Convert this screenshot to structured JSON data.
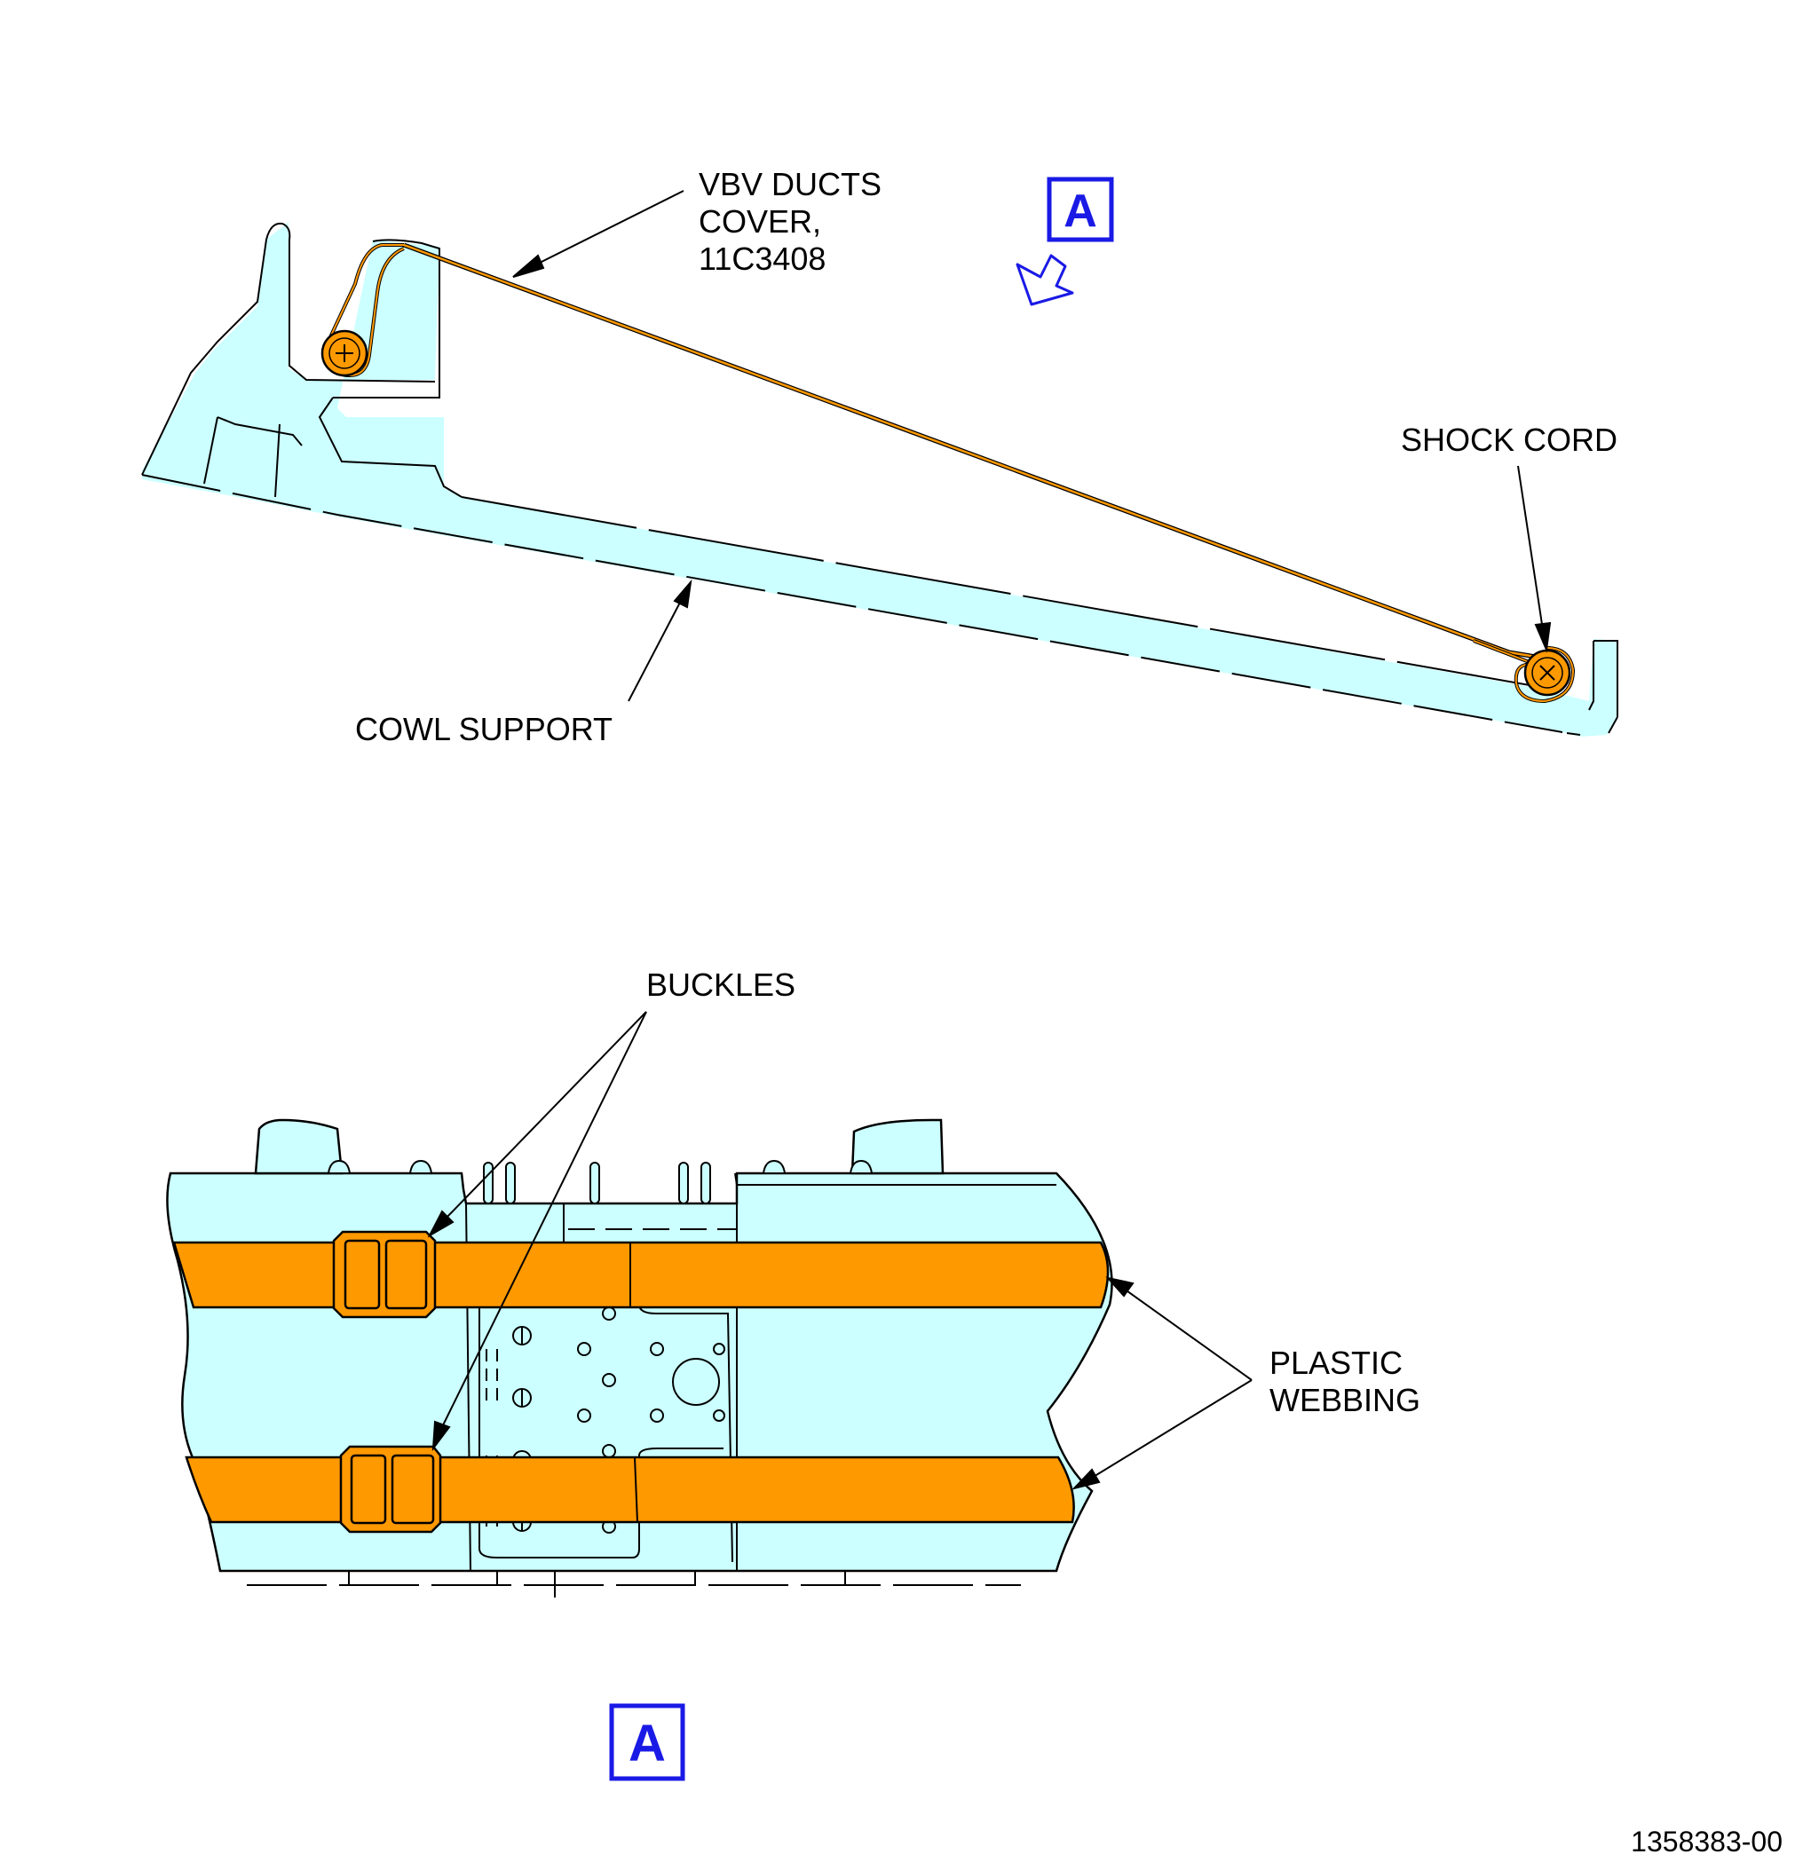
{
  "colors": {
    "part_fill": "#ccffff",
    "webbing_fill": "#ff9900",
    "view_marker": "#1a1ae6",
    "outline": "#000000"
  },
  "labels": {
    "vbv_ducts_cover": [
      "VBV DUCTS",
      "COVER,",
      "11C3408"
    ],
    "shock_cord": "SHOCK CORD",
    "cowl_support": "COWL SUPPORT",
    "buckles": "BUCKLES",
    "plastic_webbing": [
      "PLASTIC",
      "WEBBING"
    ]
  },
  "view_marker": {
    "letter": "A",
    "arrow_icon": "view-direction-arrow-icon"
  },
  "figure_number": "1358383-00"
}
